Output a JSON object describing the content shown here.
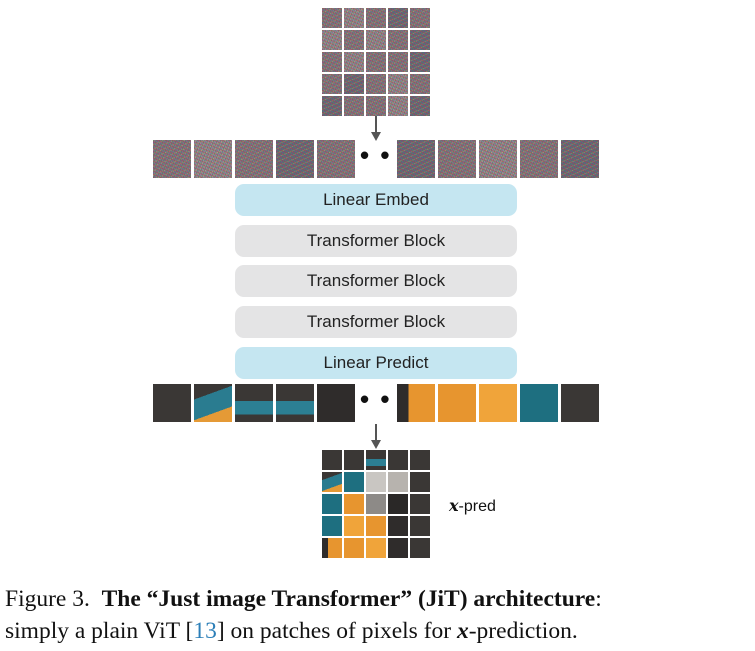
{
  "blocks": {
    "embed": "Linear Embed",
    "t1": "Transformer Block",
    "t2": "Transformer Block",
    "t3": "Transformer Block",
    "predict": "Linear Predict"
  },
  "ellipsis_top": "• • •",
  "ellipsis_bottom": "• • •",
  "xpred_var": "x",
  "xpred_suffix": "-pred",
  "caption": {
    "figure": "Figure 3.",
    "title": "The “Just image Transformer” (JiT) architecture",
    "colon": ":",
    "line2_a": "simply a plain ViT [",
    "ref": "13",
    "line2_b": "] on patches of pixels for ",
    "var": "x",
    "line2_c": "-prediction."
  },
  "colors": {
    "linear_block": "#c5e6f1",
    "transformer_block": "#e4e4e5",
    "ref_link": "#2c7fb8"
  }
}
